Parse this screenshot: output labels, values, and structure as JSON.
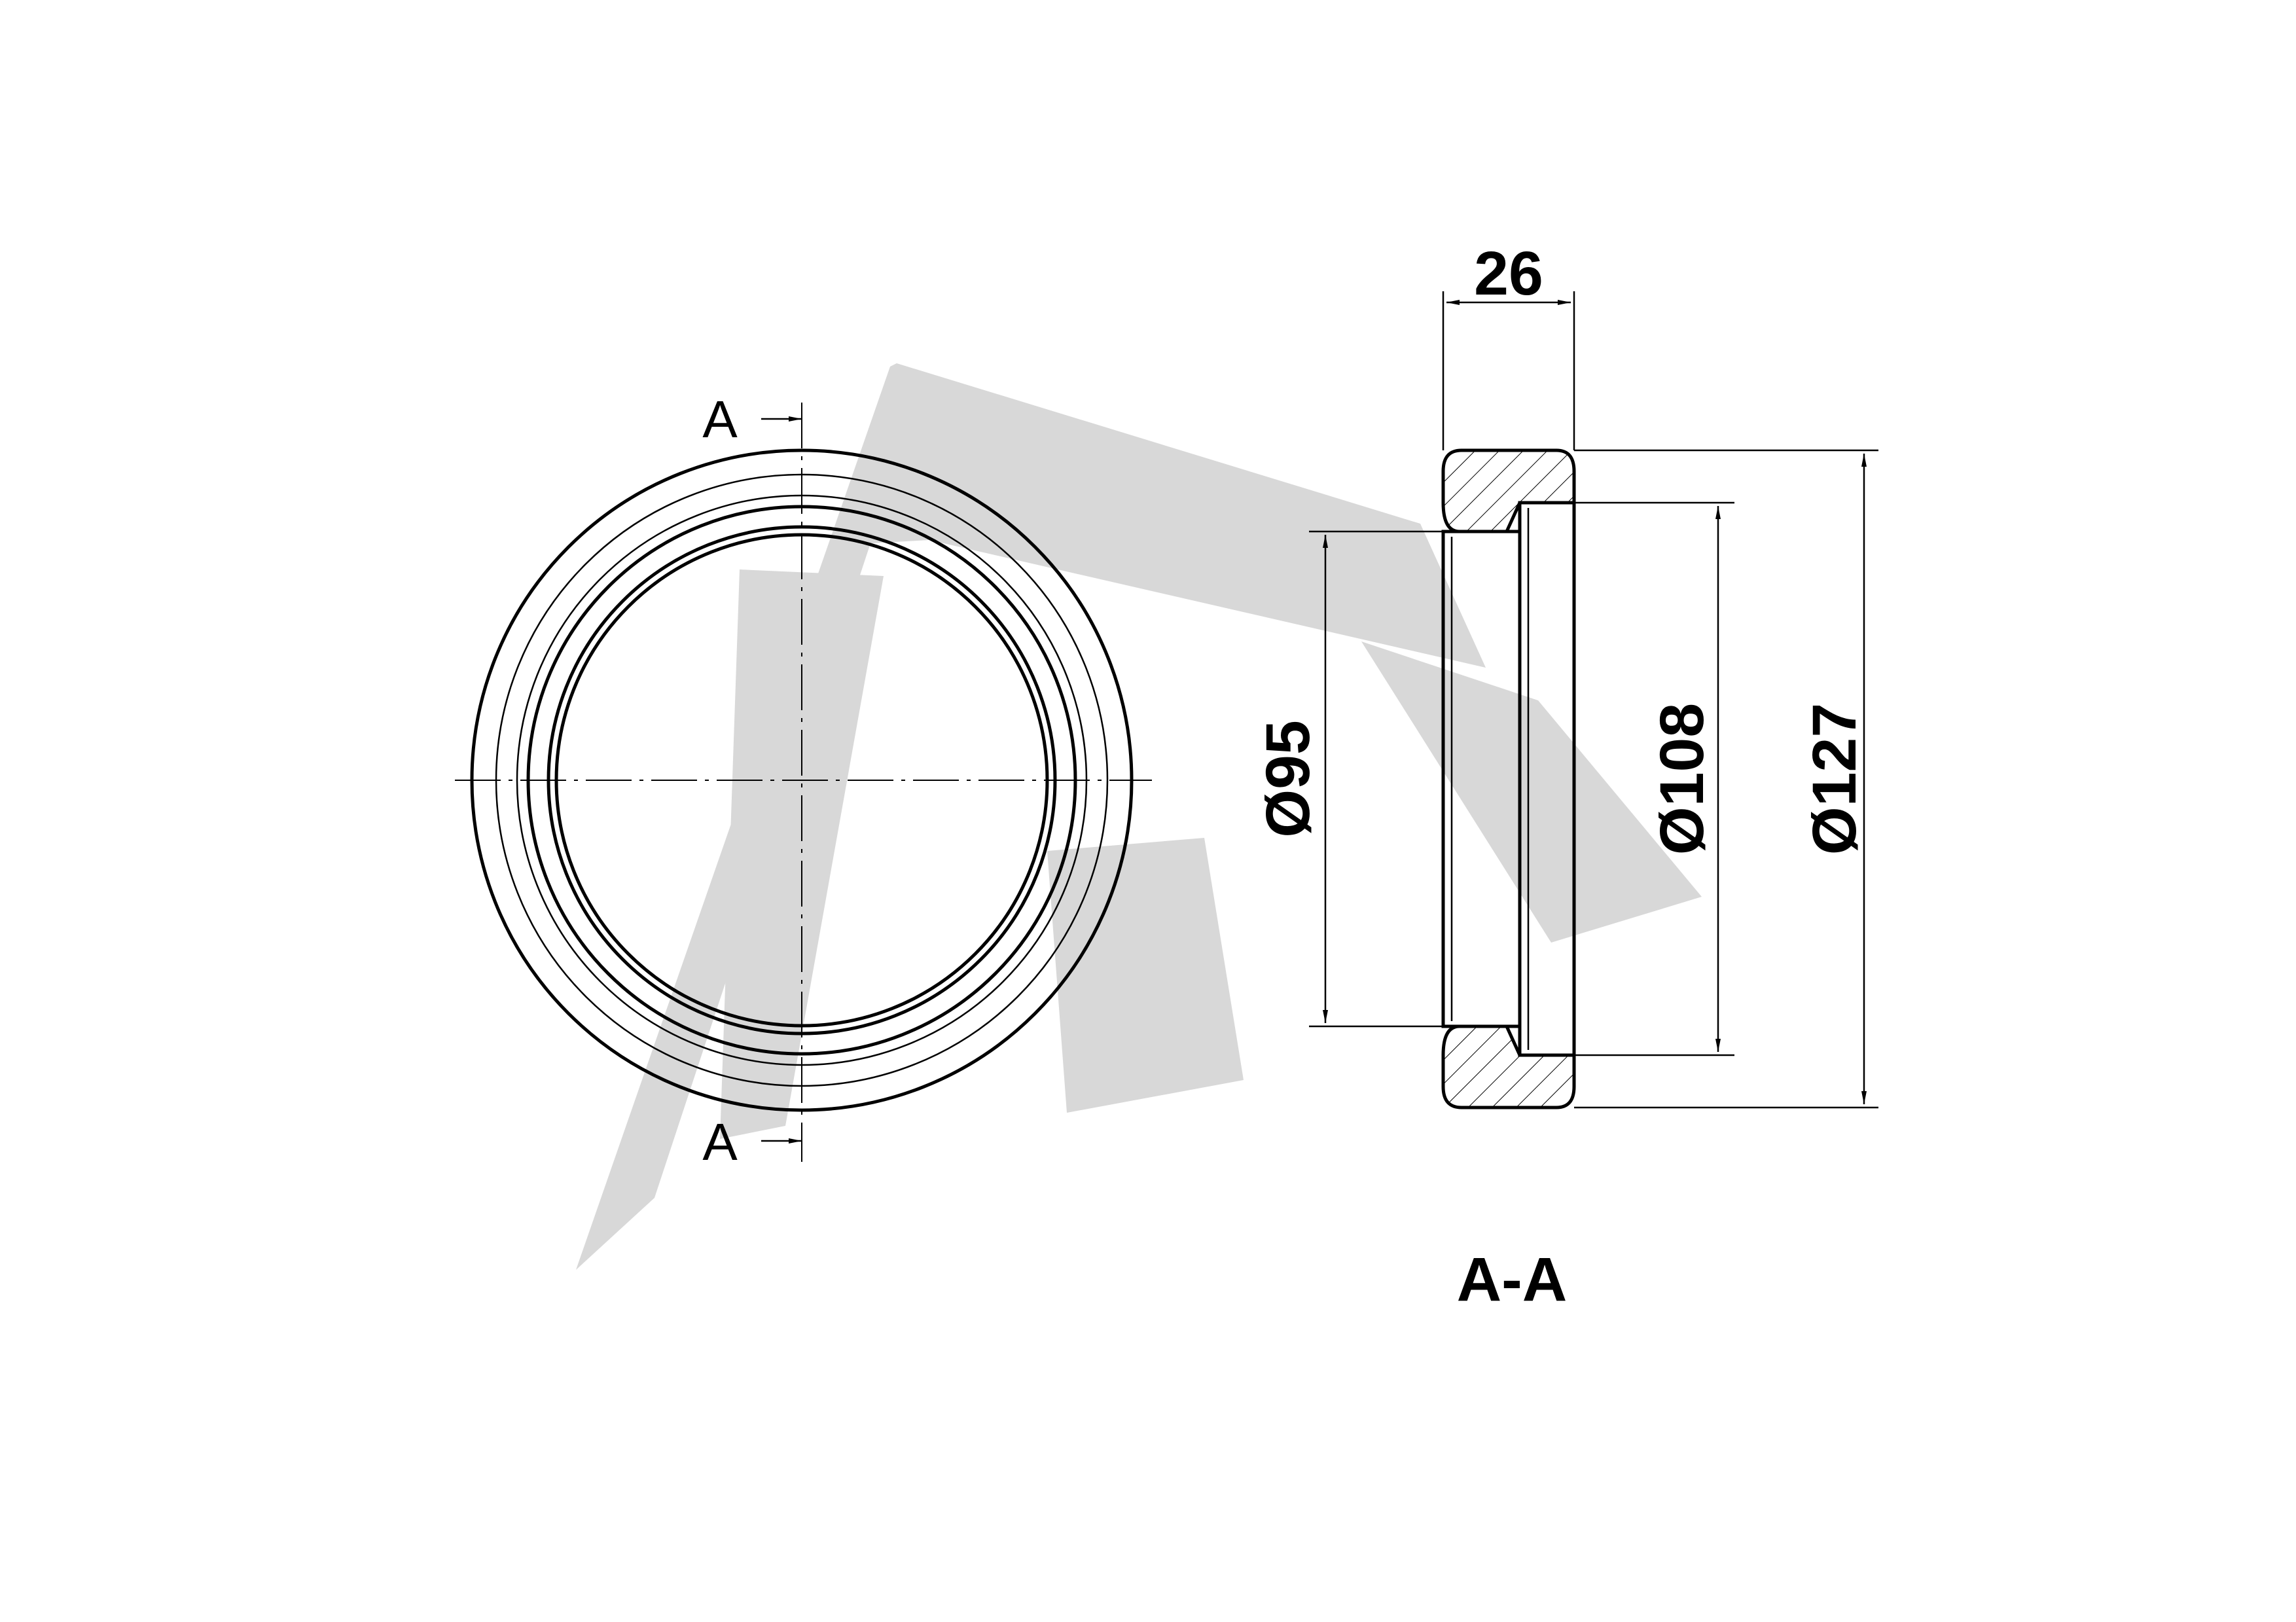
{
  "drawing": {
    "section_marker_top": "A",
    "section_marker_bottom": "A",
    "section_title": "A-A",
    "dimensions": {
      "width": "26",
      "bore_diameter": "Ø95",
      "step_diameter": "Ø108",
      "outer_diameter": "Ø127"
    }
  },
  "colors": {
    "line": "#000000",
    "watermark": "#d8d8d8",
    "background": "#ffffff"
  }
}
